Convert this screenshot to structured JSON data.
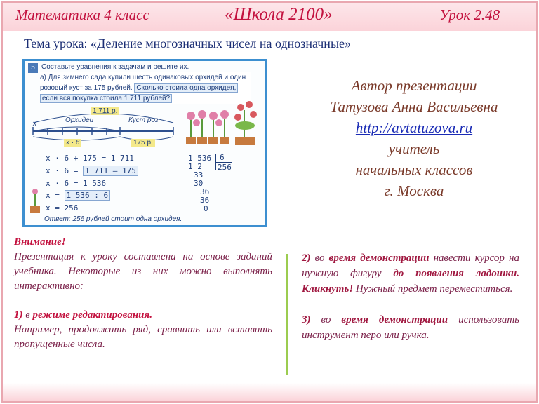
{
  "header": {
    "subject": "Математика  4 класс",
    "school": "«Школа 2100»",
    "lesson": "Урок 2.48"
  },
  "topic": "Тема урока: «Деление многозначных чисел на однозначные»",
  "textbook": {
    "number": "5",
    "heading": "Составьте уравнения к задачам и решите их.",
    "task_prefix": "а)  Для зимнего сада купили шесть одинаковых орхидей и один розовый куст за 175 рублей.",
    "task_question": "Сколько стоила одна орхидея,",
    "task_suffix": "если вся покупка стоила 1 711 рублей?",
    "total_label": "1 711 р.",
    "orchids_label": "Орхидеи",
    "rose_label": "Куст роз",
    "x_label": "x",
    "x_times_label": "x · 6",
    "rose_price": "175 р.",
    "eq1": "x · 6 + 175 = 1 711",
    "eq2a": "x · 6 = ",
    "eq2b": "1 711 – 175",
    "eq3": "x · 6 = 1 536",
    "eq4a": "x = ",
    "eq4b": "1 536 : 6",
    "eq5": "x = 256",
    "div_dividend": "1 536",
    "div_divisor": "6",
    "div_quotient": "256",
    "div_steps": [
      "1 2",
      "33",
      "30",
      "36",
      "36",
      "0"
    ],
    "answer": "Ответ: 256 рублей стоит одна орхидея."
  },
  "author": {
    "line1": "Автор презентации",
    "line2": "Татузова Анна Васильевна",
    "link": "http://avtatuzova.ru",
    "line3": "учитель",
    "line4": "начальных классов",
    "line5": "г. Москва"
  },
  "notes_left": {
    "attention": "Внимание!",
    "intro": "Презентация к уроку составлена на основе заданий учебника. Некоторые из них можно выполнять интерактивно:",
    "item1_num": "1)",
    "item1_pre": " в ",
    "item1_mode": "режиме редактирования.",
    "item1_text": "Например, продолжить ряд, сравнить или вставить пропущенные числа."
  },
  "notes_right": {
    "item2_num": "2)",
    "item2_pre": " во ",
    "item2_bold1": "время демонстрации",
    "item2_mid": " навести курсор на  нужную фигуру ",
    "item2_bold2": "до появления ладошки. Кликнуть!",
    "item2_tail": " Нужный предмет переместиться.",
    "item3_num": "3)",
    "item3_pre": " во ",
    "item3_bold": "время демонстрации",
    "item3_tail": " использовать инструмент перо или ручка."
  }
}
